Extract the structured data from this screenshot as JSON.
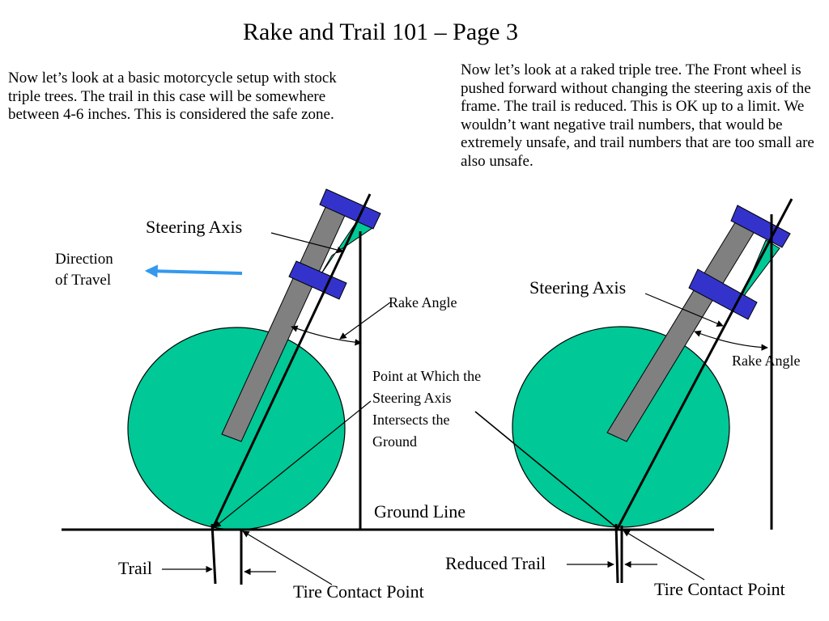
{
  "title": "Rake and Trail 101 – Page 3",
  "left_paragraph": "Now let’s look at a basic motorcycle setup with stock triple trees.  The trail in this case will be somewhere between 4-6 inches.  This is considered the safe zone.",
  "right_paragraph": "Now let’s look at a raked triple tree.  The Front wheel is pushed forward without changing the steering axis of the frame.  The trail is reduced. This is OK up to a limit.  We wouldn’t want negative trail numbers, that would be extremely unsafe, and trail numbers that are too small are also unsafe.",
  "labels": {
    "steering_axis_left": "Steering Axis",
    "steering_axis_right": "Steering Axis",
    "direction_line1": "Direction",
    "direction_line2": "of Travel",
    "rake_angle_left": "Rake Angle",
    "rake_angle_right": "Rake Angle",
    "intersect_line1": "Point at Which the",
    "intersect_line2": "Steering Axis",
    "intersect_line3": "Intersects the",
    "intersect_line4": "Ground",
    "ground_line": "Ground Line",
    "trail": "Trail",
    "reduced_trail": "Reduced Trail",
    "tire_contact_left": "Tire Contact Point",
    "tire_contact_right": "Tire Contact Point"
  },
  "colors": {
    "wheel": "#00c896",
    "fork_tube_gray": "#808080",
    "fork_tube_green": "#00c896",
    "triple_clamp": "#3333cc",
    "direction_arrow": "#3399ee",
    "line": "#000000"
  }
}
